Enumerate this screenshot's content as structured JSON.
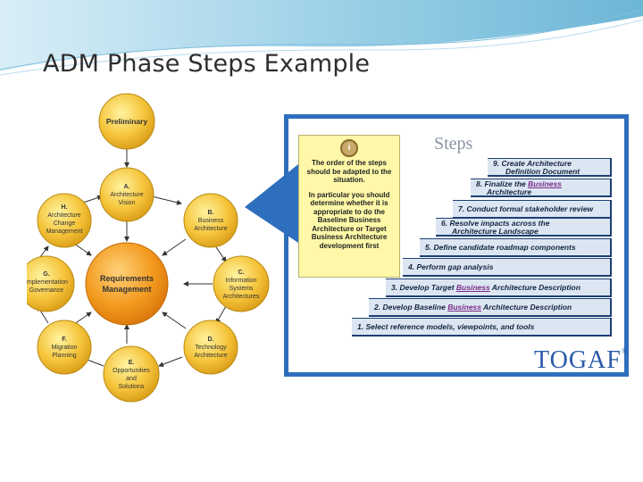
{
  "slide": {
    "title": "ADM Phase Steps Example"
  },
  "adm": {
    "center": "Requirements Management",
    "phases": [
      {
        "id": "preliminary",
        "label": "Preliminary"
      },
      {
        "id": "a",
        "label": "A. Architecture Vision"
      },
      {
        "id": "b",
        "label": "B. Business Architecture"
      },
      {
        "id": "c",
        "label": "C. Information Systems Architectures"
      },
      {
        "id": "d",
        "label": "D. Technology Architecture"
      },
      {
        "id": "e",
        "label": "E. Opportunities and Solutions"
      },
      {
        "id": "f",
        "label": "F. Migration Planning"
      },
      {
        "id": "g",
        "label": "G. Implementation Governance"
      },
      {
        "id": "h",
        "label": "H. Architecture Change Management"
      }
    ]
  },
  "note": {
    "p1": "The order of the steps should be adapted to the situation.",
    "p2": "In particular you should determine whether it is appropriate to do the Baseline Business Architecture or Target Business Architecture development first"
  },
  "steps_panel": {
    "heading": "Steps",
    "logo": "TOGAF",
    "steps": [
      {
        "label_a": "1.  Select reference models, viewpoints, and tools",
        "hl": "",
        "label_b": ""
      },
      {
        "label_a": "2. Develop Baseline ",
        "hl": "Business",
        "label_b": " Architecture Description"
      },
      {
        "label_a": "3. Develop Target ",
        "hl": "Business",
        "label_b": " Architecture Description"
      },
      {
        "label_a": "4. Perform gap analysis",
        "hl": "",
        "label_b": ""
      },
      {
        "label_a": "5. Define candidate roadmap components",
        "hl": "",
        "label_b": ""
      },
      {
        "line1": "6. Resolve impacts across the",
        "line2": "Architecture Landscape"
      },
      {
        "label_a": "7. Conduct formal stakeholder review",
        "hl": "",
        "label_b": ""
      },
      {
        "line1_a": "8. Finalize the ",
        "line1_hl": "Business",
        "line2": "Architecture"
      },
      {
        "line1": "9. Create Architecture",
        "line2": "Definition Document"
      }
    ]
  }
}
